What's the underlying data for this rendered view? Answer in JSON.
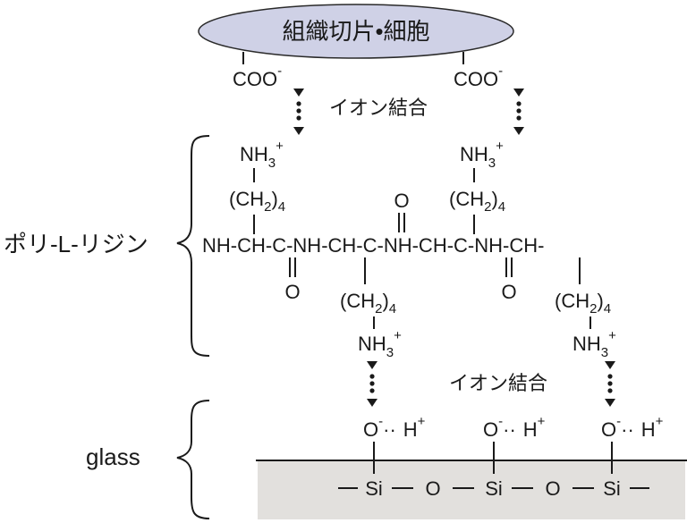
{
  "cell_label": "組織切片•細胞",
  "carboxylate": {
    "base": "COO",
    "charge": "-"
  },
  "ionic_bond_label": "イオン結合",
  "polylysine_label": "ポリ-L-リジン",
  "glass_label": "glass",
  "amine": {
    "base": "NH",
    "sub": "3",
    "charge": "+"
  },
  "side_chain": {
    "open": "(CH",
    "sub": "2",
    "close": ")",
    "count": "4"
  },
  "backbone": [
    "NH-CH-C-NH-CH-C-NH-CH-C-NH-CH-"
  ],
  "backbone_parts": {
    "nh_ch_c": "NH-CH-C",
    "nh_ch_c_mid": "-NH-CH-C",
    "nh_ch_end": "-NH-CH-",
    "carbonyl_o": "O"
  },
  "silanol": {
    "oxygen": "O",
    "charge": "-",
    "proton": "H",
    "proton_charge": "+",
    "dots": "··"
  },
  "silicon": "Si",
  "bridge_oxygen": "O",
  "colors": {
    "ellipse_fill": "#cfd1e6",
    "ellipse_stroke": "#2a2a2a",
    "glass_fill": "#e2e0dd",
    "ink": "#1a1a1a"
  }
}
